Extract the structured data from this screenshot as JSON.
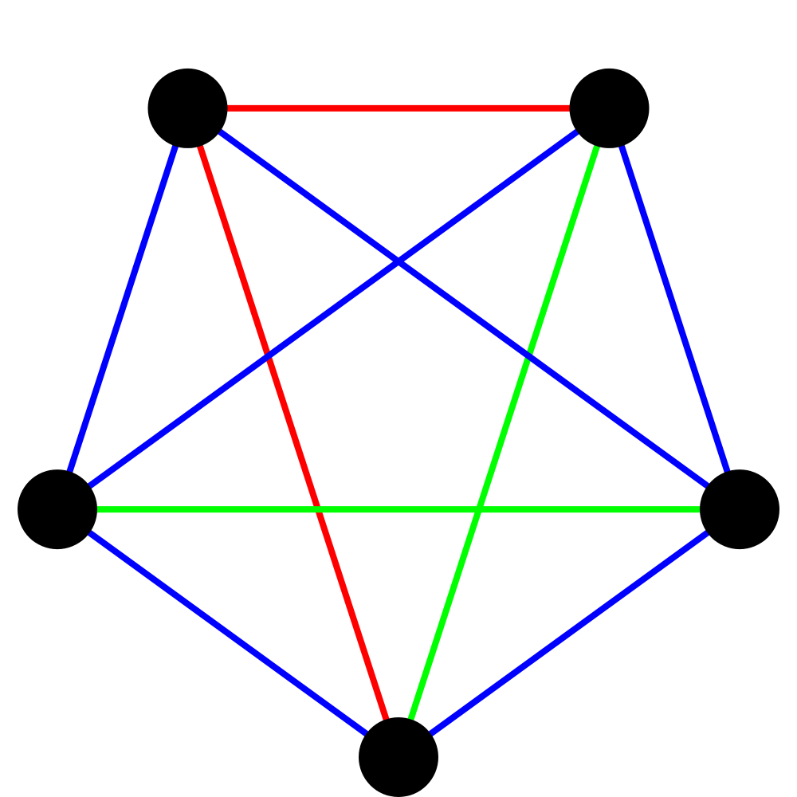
{
  "graph": {
    "type": "complete-graph",
    "node_count": 5,
    "edge_color_legend": {
      "red": "#ff0000",
      "green": "#00ff00",
      "blue": "#0000ff"
    },
    "node_color": "#000000",
    "background": "#ffffff",
    "nodes": [
      {
        "id": "n0"
      },
      {
        "id": "n1"
      },
      {
        "id": "n2"
      },
      {
        "id": "n3"
      },
      {
        "id": "n4"
      }
    ],
    "edges": [
      {
        "from": "n0",
        "to": "n1",
        "color": "blue"
      },
      {
        "from": "n0",
        "to": "n2",
        "color": "green"
      },
      {
        "from": "n0",
        "to": "n3",
        "color": "red"
      },
      {
        "from": "n0",
        "to": "n4",
        "color": "blue"
      },
      {
        "from": "n1",
        "to": "n2",
        "color": "blue"
      },
      {
        "from": "n1",
        "to": "n3",
        "color": "blue"
      },
      {
        "from": "n1",
        "to": "n4",
        "color": "green"
      },
      {
        "from": "n2",
        "to": "n3",
        "color": "red"
      },
      {
        "from": "n2",
        "to": "n4",
        "color": "blue"
      },
      {
        "from": "n3",
        "to": "n4",
        "color": "blue"
      }
    ]
  }
}
